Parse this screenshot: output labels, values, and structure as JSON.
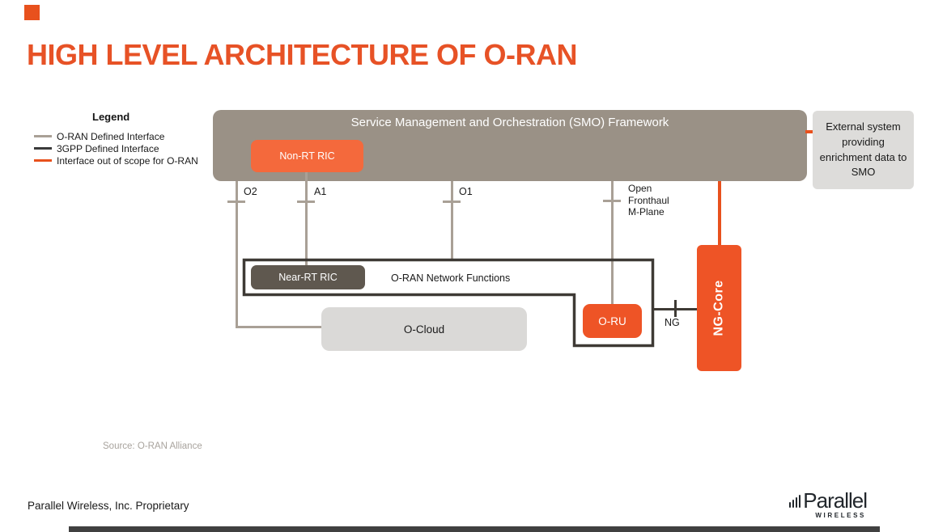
{
  "slide": {
    "title": "HIGH LEVEL ARCHITECTURE OF O-RAN",
    "source": "Source: O-RAN Alliance",
    "footer": "Parallel Wireless, Inc. Proprietary"
  },
  "legend": {
    "title": "Legend",
    "items": [
      {
        "label": "O-RAN Defined Interface",
        "color": "#A9A096"
      },
      {
        "label": "3GPP Defined Interface",
        "color": "#3A3A3A"
      },
      {
        "label": "Interface out of scope for O-RAN",
        "color": "#E8511D"
      }
    ]
  },
  "diagram": {
    "smo_title": "Service Management and Orchestration (SMO) Framework",
    "non_rt_ric": "Non-RT RIC",
    "near_rt_ric": "Near-RT RIC",
    "oran_network_functions": "O-RAN Network Functions",
    "o_cloud": "O-Cloud",
    "o_ru": "O-RU",
    "ng_core": "NG-Core",
    "external_system": "External system providing enrichment data to SMO",
    "interfaces": {
      "o2": "O2",
      "a1": "A1",
      "o1": "O1",
      "open_fronthaul": "Open Fronthaul M-Plane",
      "ng": "NG"
    }
  },
  "logo": {
    "wordmark": "Parallel",
    "subtext": "WIRELESS"
  },
  "colors": {
    "title_orange": "#E75226",
    "accent_orange": "#E8511D",
    "box_orange_light": "#F4693C",
    "box_orange_deep": "#EE5426",
    "smo_taupe": "#9A9186",
    "near_rt_dark": "#5F584F",
    "light_gray_box": "#DAD9D7",
    "external_gray_box": "#DDDCDA",
    "gray_line": "#A9A096",
    "black_line": "#3E3A35"
  }
}
